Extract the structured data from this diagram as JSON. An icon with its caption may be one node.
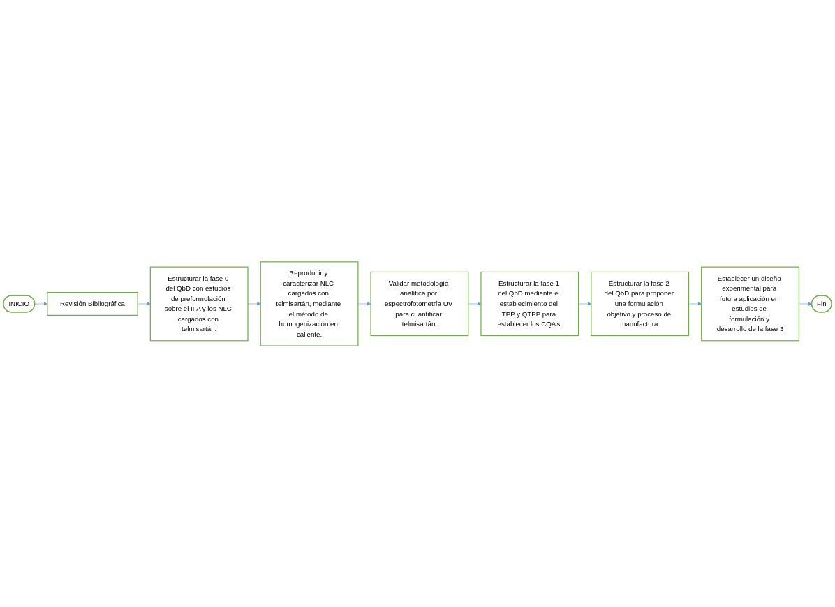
{
  "diagram": {
    "nodes": [
      {
        "text": [
          "INICIO"
        ]
      },
      {
        "text": [
          "Revisión Bibliográfica"
        ]
      },
      {
        "text": [
          "Estructurar la fase 0 del QbD con estudios de preformulación sobre el IFA y los NLC cargados con telmisartán."
        ]
      },
      {
        "text": [
          "Reproducir y caracterizar NLC cargados con telmisartán, mediante el método de homogenización en caliente."
        ]
      },
      {
        "text": [
          "Validar metodología analítica por espectrofotometría UV para cuantificar telmisartán."
        ]
      },
      {
        "text": [
          "Estructurar la fase 1 del QbD mediante el establecimiento del TPP y QTPP para establecer los CQA’s."
        ]
      },
      {
        "text": [
          "Estructurar la fase 2 del QbD para proponer una formulación objetivo y proceso de manufactura."
        ]
      },
      {
        "text": [
          "Establecer un diseño experimental para futura aplicación en estudios de formulación y desarrollo de la fase 3"
        ]
      },
      {
        "text": [
          "Fin"
        ]
      }
    ],
    "edges": [
      {
        "from": 0,
        "to": 1,
        "arrow": "to"
      },
      {
        "from": 1,
        "to": 2,
        "arrow": "to"
      },
      {
        "from": 2,
        "to": 3,
        "arrow": "to"
      },
      {
        "from": 3,
        "to": 4,
        "arrow": "to"
      },
      {
        "from": 4,
        "to": 5,
        "arrow": "to"
      },
      {
        "from": 5,
        "to": 6,
        "arrow": "to"
      },
      {
        "from": 6,
        "to": 7,
        "arrow": "to"
      },
      {
        "from": 7,
        "to": 8,
        "arrow": "to"
      }
    ]
  }
}
